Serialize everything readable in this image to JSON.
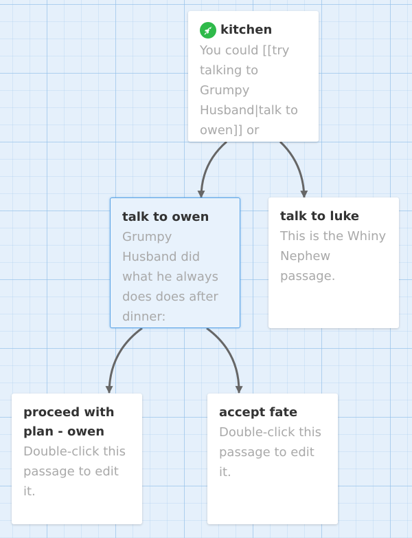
{
  "passages": [
    {
      "id": "kitchen",
      "title": "kitchen",
      "excerpt": "You could [[try talking to Grumpy Husband|talk to owen]] or",
      "start": true,
      "icon": "rocket-icon",
      "selected": false
    },
    {
      "id": "talk-to-owen",
      "title": "talk to owen",
      "excerpt": "Grumpy Husband did what he always does does after dinner:",
      "selected": true
    },
    {
      "id": "talk-to-luke",
      "title": "talk to luke",
      "excerpt": "This is the Whiny Nephew passage.",
      "selected": false
    },
    {
      "id": "proceed-with-plan-owen",
      "title": "proceed with plan - owen",
      "excerpt": "Double-click this passage to edit it.",
      "selected": false
    },
    {
      "id": "accept-fate",
      "title": "accept fate",
      "excerpt": "Double-click this passage to edit it.",
      "selected": false
    }
  ],
  "links": [
    {
      "from": "kitchen",
      "to": "talk-to-owen"
    },
    {
      "from": "kitchen",
      "to": "talk-to-luke"
    },
    {
      "from": "talk-to-owen",
      "to": "proceed-with-plan-owen"
    },
    {
      "from": "talk-to-owen",
      "to": "accept-fate"
    }
  ],
  "colors": {
    "start_badge": "#2fba4a",
    "selected_border": "#5aa3e6",
    "arrow": "#666666"
  }
}
